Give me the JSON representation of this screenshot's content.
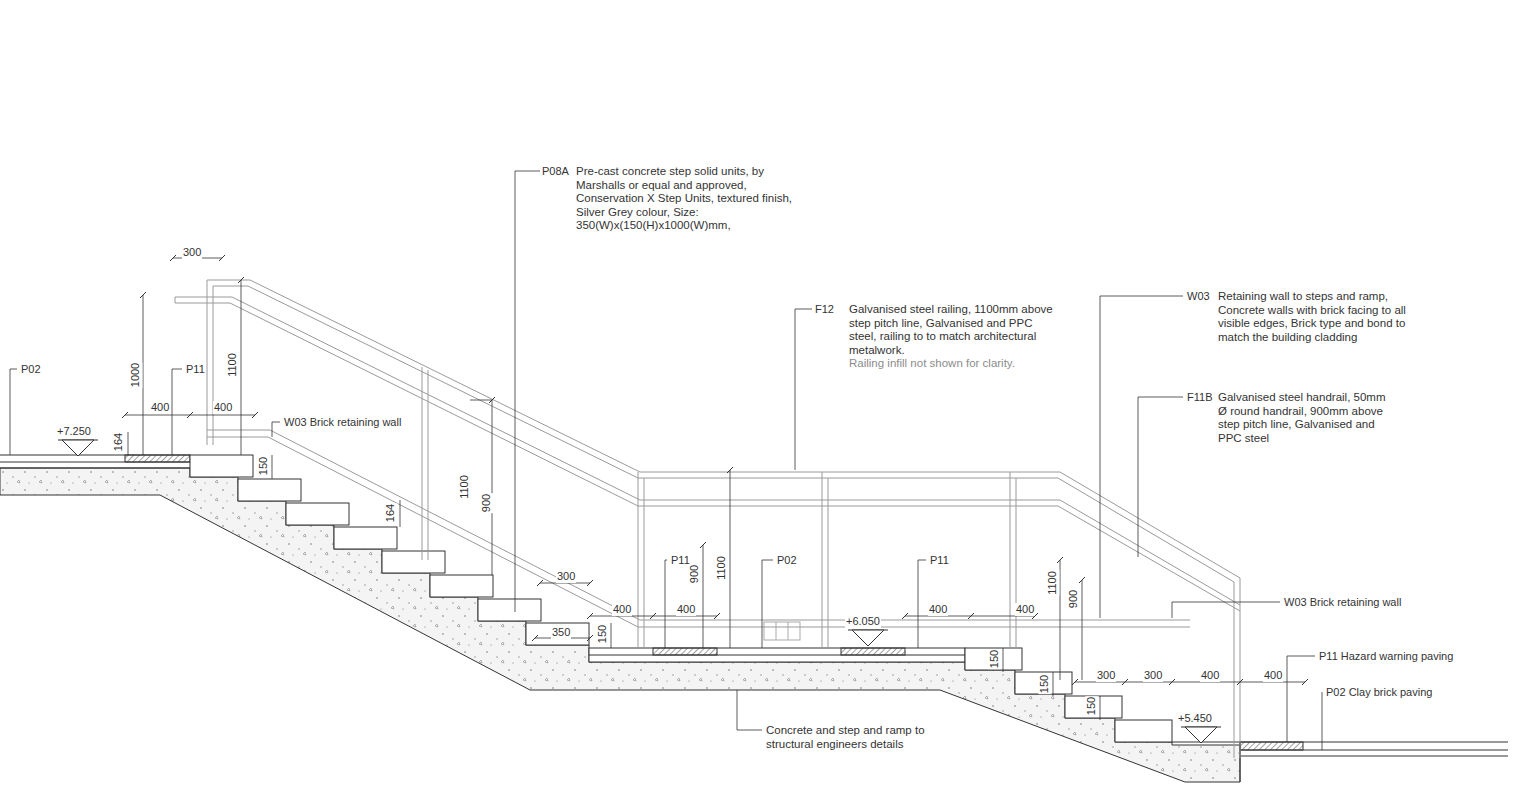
{
  "diagram": {
    "labels": [
      "300",
      "1000",
      "1100",
      "P11",
      "P02",
      "400",
      "400",
      "+7.250",
      "164",
      "W03 Brick retaining wall",
      "150",
      "164",
      "1100",
      "900",
      "P08A",
      "Pre-cast concrete step solid units, by Marshalls or equal and approved, Conservation X Step Units, textured finish, Silver Grey colour, Size: 350(W)x(150(H)x1000(W)mm,",
      "300",
      "400",
      "400",
      "350",
      "150",
      "P11",
      "900",
      "1100",
      "P02",
      "+6.050",
      "P11",
      "400",
      "400",
      "F12",
      "Galvanised steel railing, 1100mm above step pitch line, Galvanised and PPC steel, railing to to match architectural metalwork.",
      "Railing infill not shown for clarity.",
      "W03",
      "Retaining wall to steps and ramp, Concrete walls with brick facing to all visible edges, Brick type and bond to match the building cladding",
      "F11B",
      "Galvanised steel handrail, 50mm Ø round handrail, 900mm above step pitch line, Galvanised and PPC steel",
      "1100",
      "900",
      "W03 Brick retaining wall",
      "150",
      "150",
      "150",
      "300",
      "300",
      "400",
      "400",
      "+5.450",
      "P11 Hazard warning paving",
      "P02 Clay brick paving",
      "Concrete and step and ramp to structural engineers details"
    ]
  }
}
